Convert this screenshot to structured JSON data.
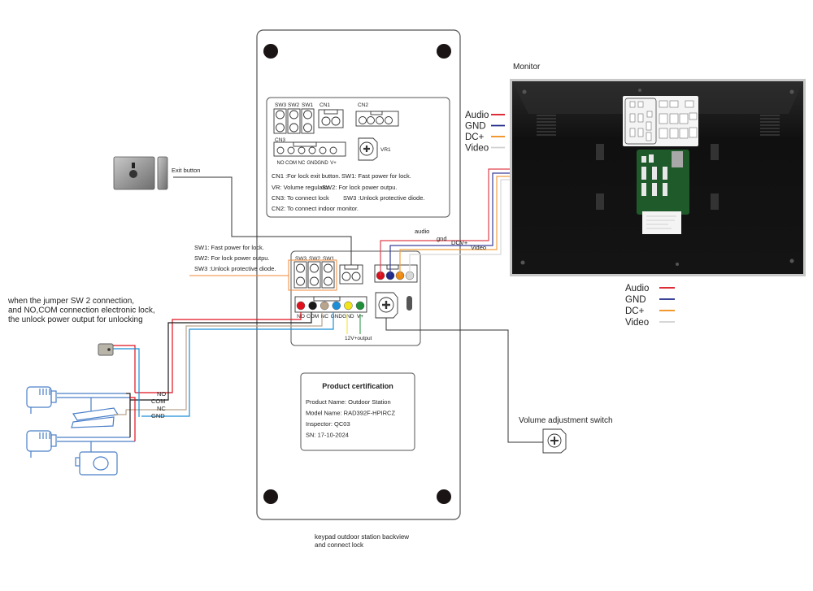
{
  "diagram": {
    "caption": [
      "keypad outdoor station backview",
      "and connect lock"
    ],
    "outdoor_station": {
      "top_panel": {
        "connector_labels": {
          "sw3": "SW3",
          "sw2": "SW2",
          "sw1": "SW1",
          "cn1": "CN1",
          "cn2": "CN2",
          "cn3": "CN3",
          "vr1": "VR1"
        },
        "cn3_pins": [
          "NO",
          "COM",
          "NC",
          "GND",
          "GND",
          "V+"
        ],
        "legend": [
          "CN1 :For lock exit button.",
          "SW1: Fast power for lock.",
          "VR: Volume regulator",
          "SW2: For lock power outpu.",
          "CN3: To connect lock",
          "SW3 :Unlock protective diode.",
          "CN2: To connect indoor monitor."
        ]
      },
      "board": {
        "switch_labels": [
          "SW3",
          "SW2",
          "SW1"
        ],
        "switch_notes": [
          "SW1: Fast power for lock.",
          "SW2: For lock power outpu.",
          "SW3 :Unlock protective diode."
        ],
        "lock_pins": [
          {
            "label": "NO",
            "color": "#e0101c"
          },
          {
            "label": "COM",
            "color": "#1a1a1a"
          },
          {
            "label": "NC",
            "color": "#b9a48c"
          },
          {
            "label": "GND",
            "color": "#1a8fd8"
          },
          {
            "label": "GND",
            "color": "#f2e41a"
          },
          {
            "label": "V+",
            "color": "#1f8f3a"
          }
        ],
        "monitor_pins": [
          {
            "color": "#d8101c"
          },
          {
            "color": "#1f2a8a"
          },
          {
            "color": "#ef8a10"
          },
          {
            "color": "#d8d8d8"
          }
        ],
        "output_label": "12V+output"
      },
      "certification": {
        "title": "Product  certification",
        "lines": [
          "Product Name: Outdoor Station",
          "Model Name: RAD392F-HPIRCZ",
          "Inspector: QC03",
          "SN: 17-10-2024"
        ]
      }
    },
    "monitor": {
      "title": "Monitor",
      "legend_left": [
        {
          "label": "Audio",
          "color": "#d8101c"
        },
        {
          "label": "GND",
          "color": "#1f2a8a"
        },
        {
          "label": "DC+",
          "color": "#ef8a10"
        },
        {
          "label": "Video",
          "color": "#d0d0d0"
        }
      ],
      "legend_right": [
        {
          "label": "Audio",
          "color": "#d8101c"
        },
        {
          "label": "GND",
          "color": "#1f2a8a"
        },
        {
          "label": "DC+",
          "color": "#ef8a10"
        },
        {
          "label": "Video",
          "color": "#d0d0d0"
        }
      ]
    },
    "wire_labels": {
      "audio": "audio",
      "gnd": "gnd",
      "dc": "DCV+",
      "video": "Video"
    },
    "exit_button": {
      "label": "Exit button"
    },
    "jumper_note": [
      "when the jumper SW 2 connection,",
      "and NO,COM connection electronic lock,",
      "the unlock power output for unlocking"
    ],
    "lock_wire_labels": [
      "NO",
      "COM",
      "NC",
      "GND"
    ],
    "volume_switch": {
      "label": "Volume adjustment switch"
    }
  }
}
